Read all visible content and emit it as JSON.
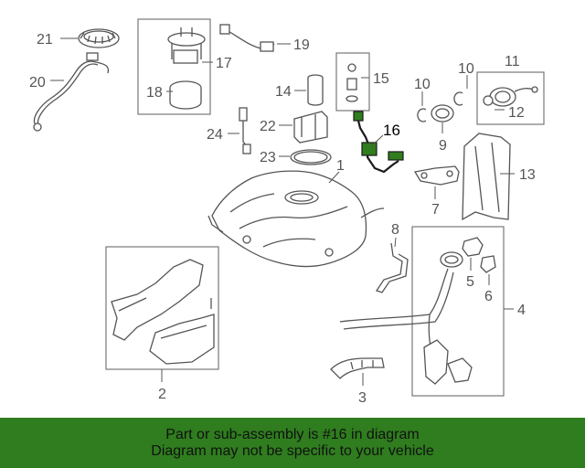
{
  "callouts": {
    "c1": "1",
    "c2": "2",
    "c3": "3",
    "c4": "4",
    "c5": "5",
    "c6": "6",
    "c7": "7",
    "c8": "8",
    "c9": "9",
    "c10a": "10",
    "c10b": "10",
    "c11": "11",
    "c12": "12",
    "c13": "13",
    "c14": "14",
    "c15": "15",
    "c16": "16",
    "c17": "17",
    "c18": "18",
    "c19": "19",
    "c20": "20",
    "c21": "21",
    "c22": "22",
    "c23": "23",
    "c24": "24"
  },
  "highlight_color": "#2f7d1e",
  "highlight_part": "16",
  "banner": {
    "line1": "Part or sub-assembly is #16 in diagram",
    "line2": "Diagram may not be specific to your vehicle"
  }
}
